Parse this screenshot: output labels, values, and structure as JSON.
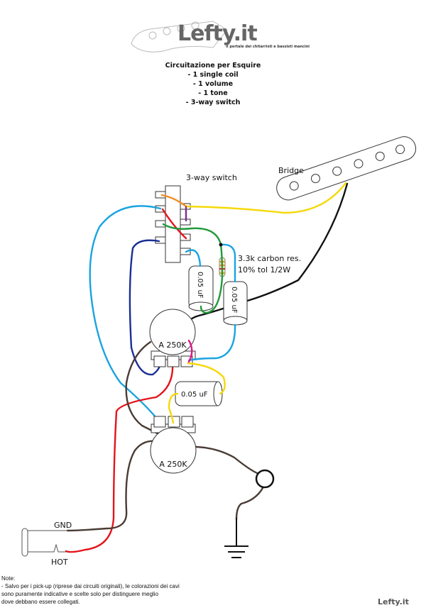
{
  "logo": {
    "brand": "Lefty.it",
    "tagline": "Il portale dei chitarristi e bassisti mancini"
  },
  "title": {
    "heading": "Circuitazione per Esquire",
    "lines": [
      "- 1 single coil",
      "- 1 volume",
      "- 1 tone",
      "- 3-way switch"
    ]
  },
  "labels": {
    "switch": "3-way switch",
    "pickup": "Bridge",
    "resistor_line1": "3.3k carbon res.",
    "resistor_line2": "10% tol 1/2W",
    "cap1": "0.05 uF",
    "cap2": "0.05 uF",
    "cap3": "0.05 uF",
    "pot_tone": "A 250K",
    "pot_volume": "A 250K",
    "gnd": "GND",
    "hot": "HOT"
  },
  "note": {
    "heading": "Note:",
    "lines": [
      "- Salvo per i pick-up (riprese dai circuiti originali), le colorazioni dei cavi",
      "sono puramente indicative e scelte solo per distinguere meglio",
      "dove debbano essere collegati."
    ]
  },
  "footer_logo": "Lefty.it",
  "colors": {
    "yellow": "#f5d90a",
    "orange": "#f28c1e",
    "purple": "#7b2d9a",
    "red": "#e3141b",
    "green": "#1f9a3a",
    "lightblue": "#1aa3e0",
    "darkblue": "#1a2f95",
    "black": "#111111",
    "brown": "#4a3b35",
    "magenta": "#e0168a"
  }
}
